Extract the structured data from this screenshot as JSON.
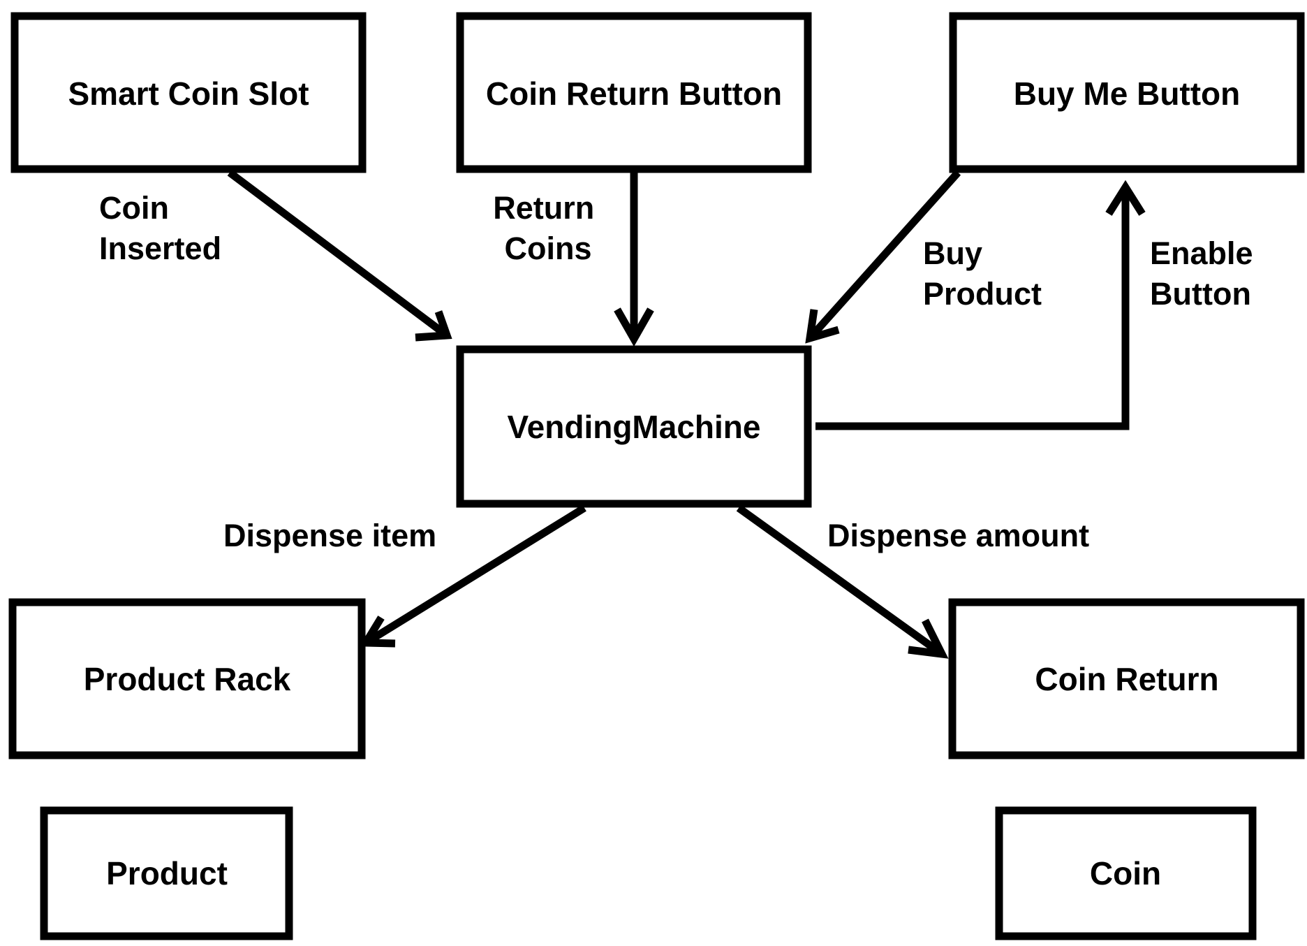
{
  "nodes": {
    "smart_coin_slot": "Smart Coin Slot",
    "coin_return_button": "Coin Return Button",
    "buy_me_button": "Buy Me Button",
    "vending_machine": "VendingMachine",
    "product_rack": "Product Rack",
    "coin_return": "Coin Return",
    "product": "Product",
    "coin": "Coin"
  },
  "edges": {
    "coin_inserted": {
      "from": "Smart Coin Slot",
      "to": "VendingMachine",
      "lines": [
        "Coin",
        "Inserted"
      ]
    },
    "return_coins": {
      "from": "Coin Return Button",
      "to": "VendingMachine",
      "lines": [
        "Return",
        "Coins"
      ]
    },
    "buy_product": {
      "from": "Buy Me Button",
      "to": "VendingMachine",
      "lines": [
        "Buy",
        "Product"
      ]
    },
    "enable_button": {
      "from": "VendingMachine",
      "to": "Buy Me Button",
      "lines": [
        "Enable",
        "Button"
      ]
    },
    "dispense_item": {
      "from": "VendingMachine",
      "to": "Product Rack",
      "lines": [
        "Dispense item"
      ]
    },
    "dispense_amount": {
      "from": "VendingMachine",
      "to": "Coin Return",
      "lines": [
        "Dispense amount"
      ]
    }
  },
  "colors": {
    "stroke": "#000000",
    "background": "#ffffff",
    "text": "#000000"
  }
}
